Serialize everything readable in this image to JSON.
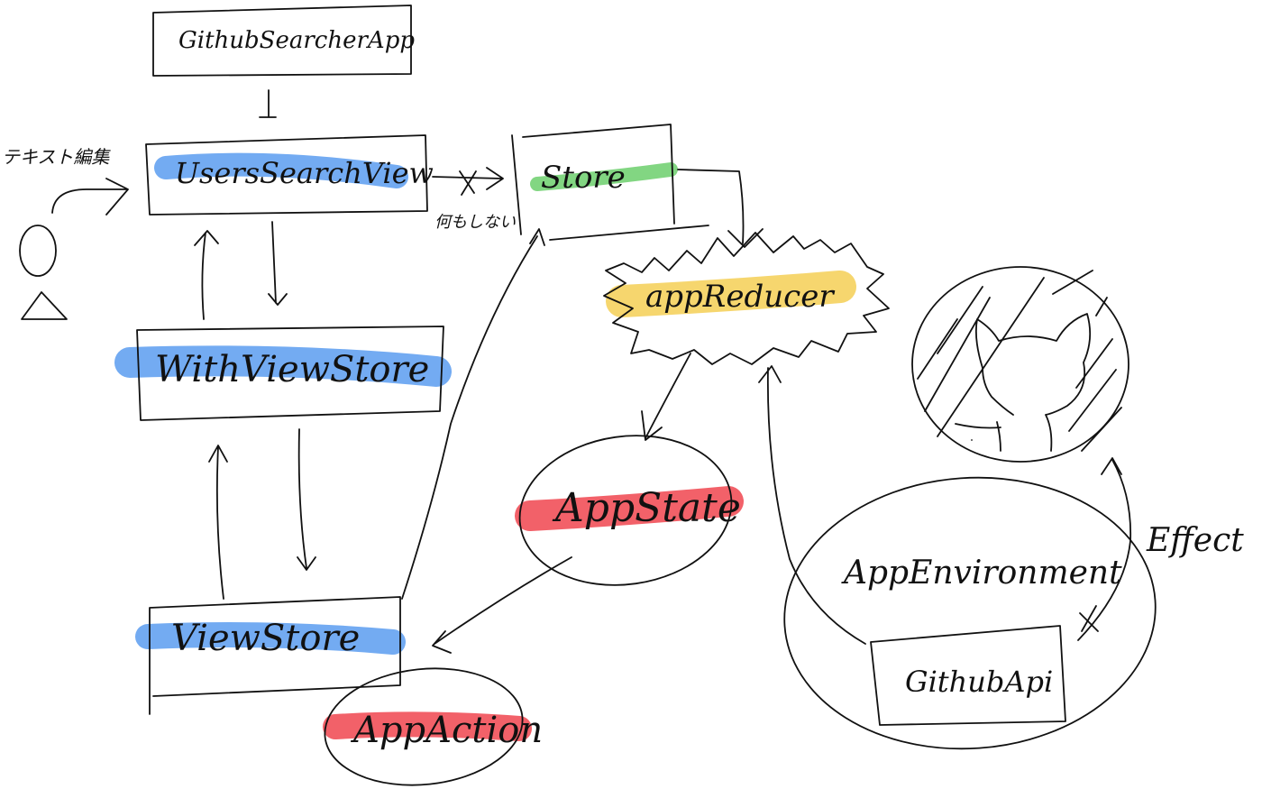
{
  "nodes": {
    "app": {
      "label": "GithubSearcherApp"
    },
    "users_search_view": {
      "label": "UsersSearchView",
      "highlight": "#5b9cf0"
    },
    "with_view_store": {
      "label": "WithViewStore",
      "highlight": "#5b9cf0"
    },
    "view_store": {
      "label": "ViewStore",
      "highlight": "#5b9cf0"
    },
    "store": {
      "label": "Store",
      "highlight": "#6ccf6c"
    },
    "app_reducer": {
      "label": "appReducer",
      "highlight": "#f5cf55"
    },
    "app_state": {
      "label": "AppState",
      "highlight": "#f0454f"
    },
    "app_action": {
      "label": "AppAction",
      "highlight": "#f0454f"
    },
    "app_environment": {
      "label": "AppEnvironment"
    },
    "github_api": {
      "label": "GithubApi"
    }
  },
  "edge_labels": {
    "text_input": "テキスト編集",
    "nothing": "何もしない",
    "effect": "Effect"
  },
  "icons": {
    "user": "person-icon",
    "github": "github-octocat-icon"
  }
}
